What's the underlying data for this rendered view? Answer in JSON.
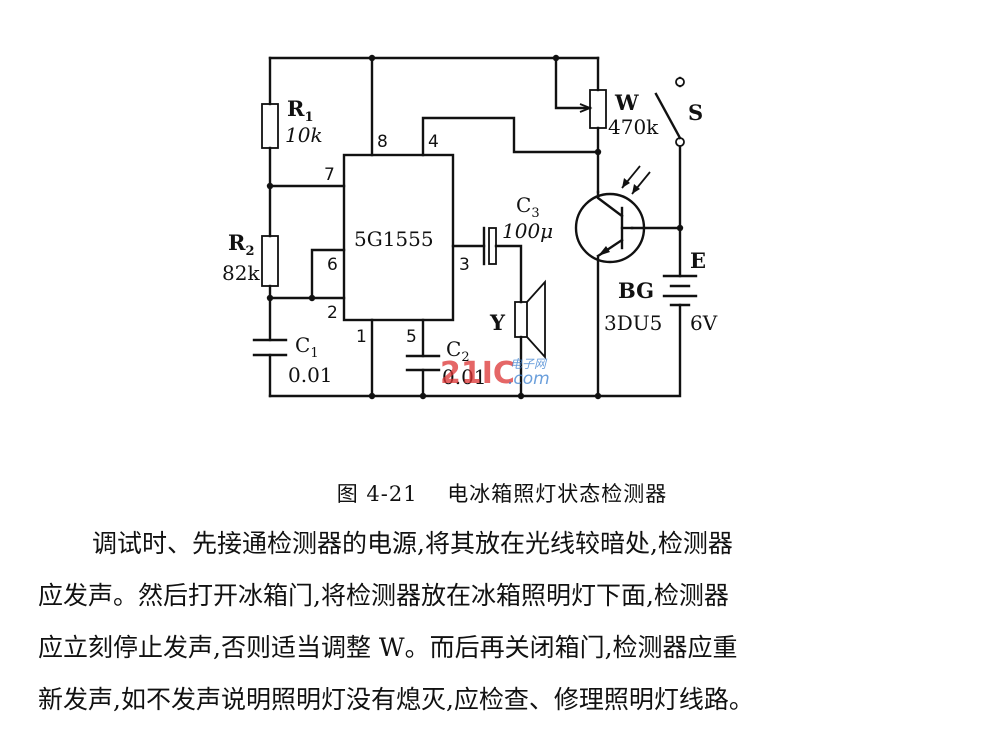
{
  "diagram": {
    "ic": {
      "name": "5G1555",
      "pins": [
        "8",
        "4",
        "7",
        "6",
        "2",
        "3",
        "1",
        "5"
      ]
    },
    "r1": {
      "name": "R",
      "sub": "1",
      "value": "10k"
    },
    "r2": {
      "name": "R",
      "sub": "2",
      "value": "82k"
    },
    "c1": {
      "name": "C",
      "sub": "1",
      "value": "0.01"
    },
    "c2": {
      "name": "C",
      "sub": "2",
      "value": "0.01"
    },
    "c3": {
      "name": "C",
      "sub": "3",
      "value": "100μ"
    },
    "w": {
      "name": "W",
      "value": "470k"
    },
    "s": {
      "name": "S"
    },
    "e": {
      "name": "E",
      "value": "6V"
    },
    "bg": {
      "name": "BG",
      "model": "3DU5"
    },
    "y": {
      "name": "Y"
    },
    "watermark": {
      "main": "21IC",
      "cn": "电子网",
      "domain": ".com"
    }
  },
  "caption": "图 4-21　 电冰箱照灯状态检测器",
  "paragraph": [
    "调试时、先接通检测器的电源,将其放在光线较暗处,检测器",
    "应发声。然后打开冰箱门,将检测器放在冰箱照明灯下面,检测器",
    "应立刻停止发声,否则适当调整 W。而后再关闭箱门,检测器应重",
    "新发声,如不发声说明照明灯没有熄灭,应检查、修理照明灯线路。"
  ]
}
